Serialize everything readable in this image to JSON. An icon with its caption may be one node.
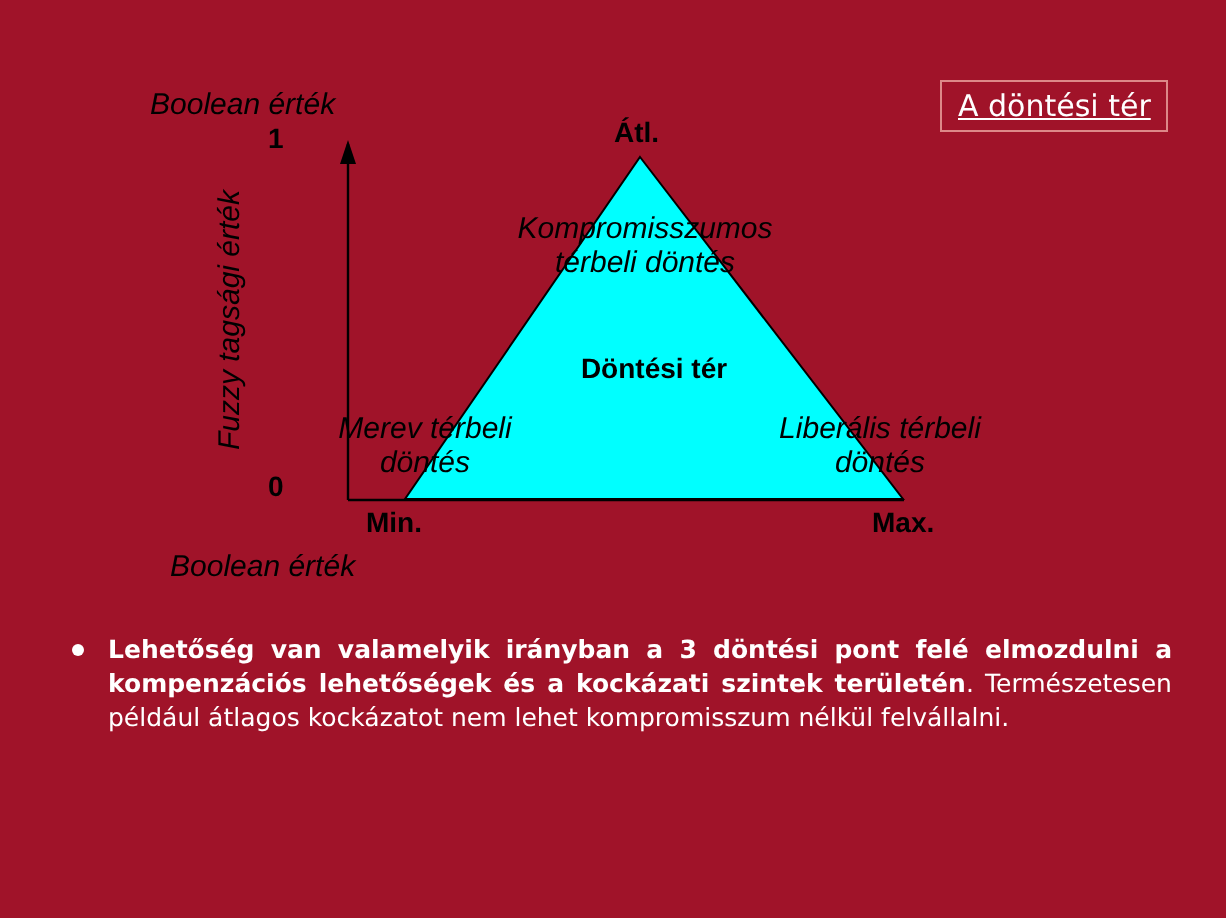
{
  "diagram": {
    "title": "A döntési tér",
    "nodes": [
      {
        "text": [
          "Döntési tér"
        ]
      }
    ],
    "edges": [],
    "labels": [
      "Boolean érték",
      "1",
      "Átl.",
      "Kompromisszumos térbeli döntés",
      "Fuzzy tagsági érték",
      "Merev térbeli döntés",
      "Liberális térbeli döntés",
      "0",
      "Min.",
      "Max.",
      "Boolean érték",
      "**Lehetőség van valamelyik irányban a 3 döntési pont felé elmozdulni a kompenzációs lehetőségek és a kockázati szintek területén**. Természetesen például átlagos kockázatot nem lehet kompromisszum nélkül felvállalni."
    ]
  }
}
